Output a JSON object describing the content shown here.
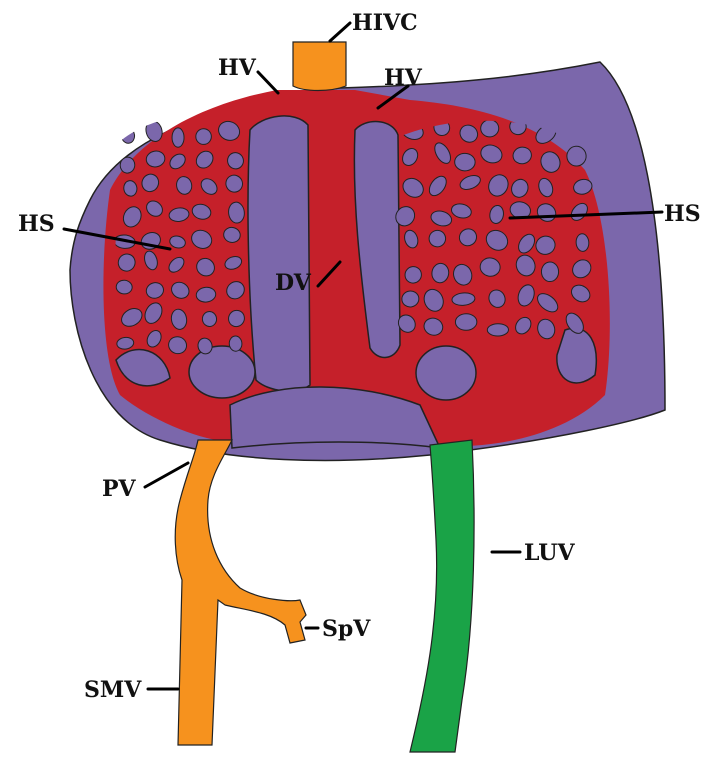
{
  "labels": {
    "hivc": "HIVC",
    "hv_left": "HV",
    "hv_right": "HV",
    "hs_left": "HS",
    "hs_right": "HS",
    "dv": "DV",
    "pv": "PV",
    "luv": "LUV",
    "spv": "SpV",
    "smv": "SMV"
  },
  "colors": {
    "liver": "#7b67ab",
    "sinusoid": "#c5202a",
    "portal": "#f6921e",
    "umbilical": "#1aa347",
    "outline": "#222222"
  }
}
